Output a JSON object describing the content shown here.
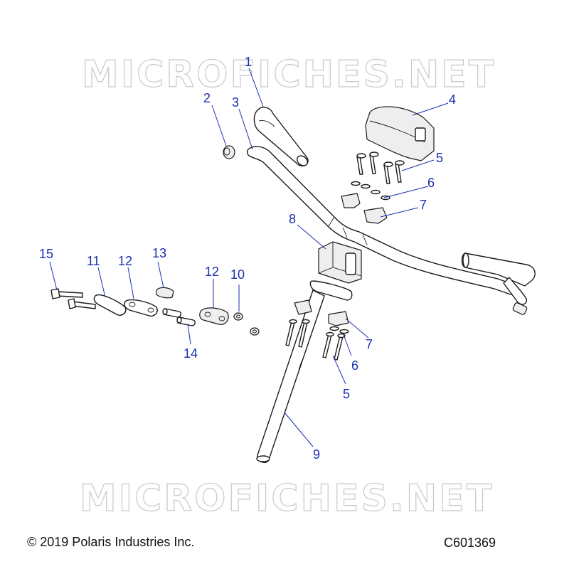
{
  "watermark": "MICROFICHES.NET",
  "footer": {
    "copyright": "© 2019 Polaris Industries Inc.",
    "figure_code": "C601369"
  },
  "callouts": [
    "1",
    "2",
    "3",
    "4",
    "5",
    "6",
    "7",
    "8",
    "12",
    "13",
    "11",
    "15",
    "10",
    "14",
    "7",
    "6",
    "5",
    "9",
    "12"
  ],
  "colors": {
    "callout": "#1a2fb0",
    "line": "#1a1a1a",
    "watermark": "#c8c8c8"
  }
}
